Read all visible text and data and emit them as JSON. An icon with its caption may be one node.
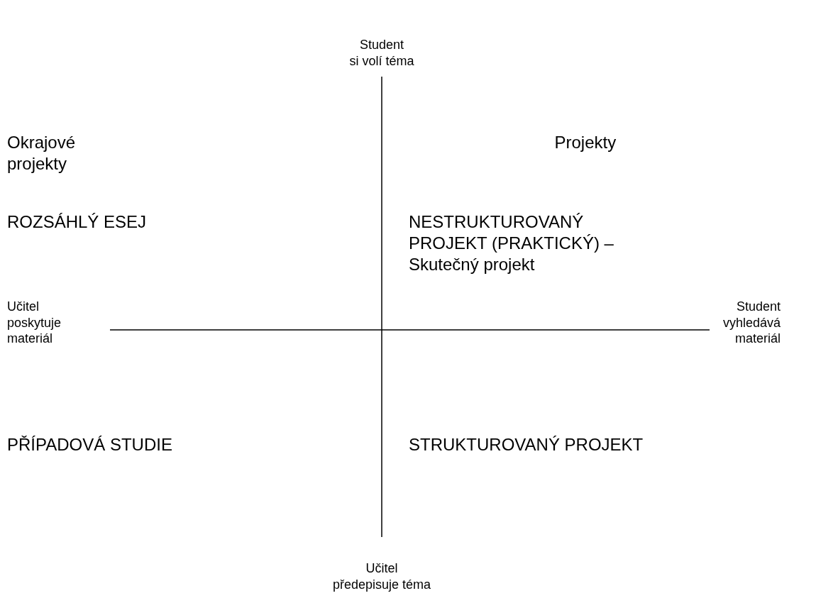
{
  "diagram": {
    "labels": [
      "Student si volí téma",
      "Okrajové projekty",
      "Projekty",
      "ROZSÁHLÝ ESEJ",
      "NESTRUKTUROVANÝ PROJEKT (PRAKTICKÝ) – Skutečný projekt",
      "Učitel poskytuje materiál",
      "Student vyhledává materiál",
      "PŘÍPADOVÁ STUDIE",
      "STRUKTUROVANÝ PROJEKT",
      "Učitel předepisuje téma"
    ]
  }
}
